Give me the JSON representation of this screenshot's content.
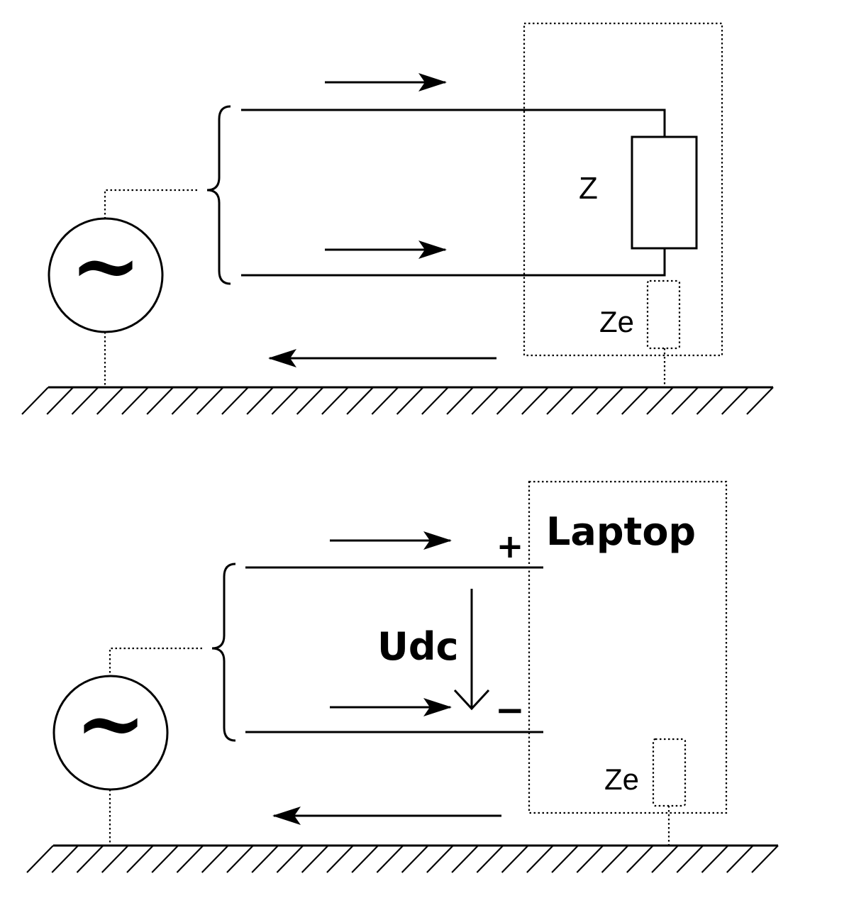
{
  "top_circuit": {
    "source_symbol": "~",
    "load_label": "Z",
    "earth_impedance_label": "Ze",
    "icons": [
      "ac-source-icon",
      "resistor-icon",
      "ground-icon",
      "arrow-right-icon",
      "arrow-left-icon"
    ]
  },
  "bottom_circuit": {
    "source_symbol": "~",
    "device_label": "Laptop",
    "voltage_label": "Udc",
    "plus_sign": "+",
    "minus_sign": "−",
    "earth_impedance_label": "Ze",
    "icons": [
      "ac-source-icon",
      "ground-icon",
      "arrow-right-icon",
      "arrow-left-icon",
      "arrow-down-icon"
    ]
  },
  "colors": {
    "ink": "#000000",
    "background": "#ffffff"
  }
}
